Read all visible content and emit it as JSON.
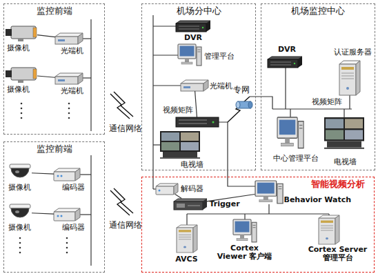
{
  "diagram": {
    "nodes": [
      {
        "text": [
          "监控前端"
        ]
      },
      {
        "text": [
          "摄像机"
        ],
        "in": 0
      },
      {
        "text": [
          "光端机"
        ],
        "in": 0
      },
      {
        "text": [
          "摄像机"
        ],
        "in": 0
      },
      {
        "text": [
          "光端机"
        ],
        "in": 0
      },
      {
        "text": [
          "机场分中心"
        ]
      },
      {
        "text": [
          "DVR"
        ],
        "in": 5
      },
      {
        "text": [
          "管理平台"
        ],
        "in": 5
      },
      {
        "text": [
          "光端机"
        ],
        "in": 5
      },
      {
        "text": [
          "视频矩阵"
        ],
        "in": 5
      },
      {
        "text": [
          "电视墙"
        ],
        "in": 5
      },
      {
        "text": [
          "机场监控中心"
        ]
      },
      {
        "text": [
          "DVR"
        ],
        "in": 11
      },
      {
        "text": [
          "认证服务器"
        ],
        "in": 11
      },
      {
        "text": [
          "中心管理平台"
        ],
        "in": 11
      },
      {
        "text": [
          "电视墙"
        ],
        "in": 11
      },
      {
        "text": [
          "监控前端"
        ]
      },
      {
        "text": [
          "摄像机"
        ],
        "in": 16
      },
      {
        "text": [
          "编码器"
        ],
        "in": 16
      },
      {
        "text": [
          "摄像机"
        ],
        "in": 16
      },
      {
        "text": [
          "编码器"
        ],
        "in": 16
      },
      {
        "text": [
          "智能视频分析"
        ]
      },
      {
        "text": [
          "解码器"
        ],
        "in": 21
      },
      {
        "text": [
          "Trigger"
        ],
        "in": 21
      },
      {
        "text": [
          "Behavior Watch"
        ],
        "in": 21
      },
      {
        "text": [
          "AVCS"
        ],
        "in": 21
      },
      {
        "text": [
          "Cortex Viewer 客户端"
        ],
        "in": 21
      },
      {
        "text": [
          "Cortex Server 管理平台"
        ],
        "in": 21
      }
    ],
    "edges": [
      {
        "from": 1,
        "to": 2,
        "arrow": "none"
      },
      {
        "from": 3,
        "to": 4,
        "arrow": "none"
      },
      {
        "from": 8,
        "to": 9,
        "arrow": "none"
      },
      {
        "from": 17,
        "to": 18,
        "arrow": "none"
      },
      {
        "from": 19,
        "to": 20,
        "arrow": "none"
      },
      {
        "from": 22,
        "to": 23,
        "arrow": "none"
      },
      {
        "from": 23,
        "to": 24,
        "arrow": "none"
      }
    ],
    "labels": [
      "通信网络",
      "专网",
      "视频矩阵",
      "通信网络"
    ]
  }
}
